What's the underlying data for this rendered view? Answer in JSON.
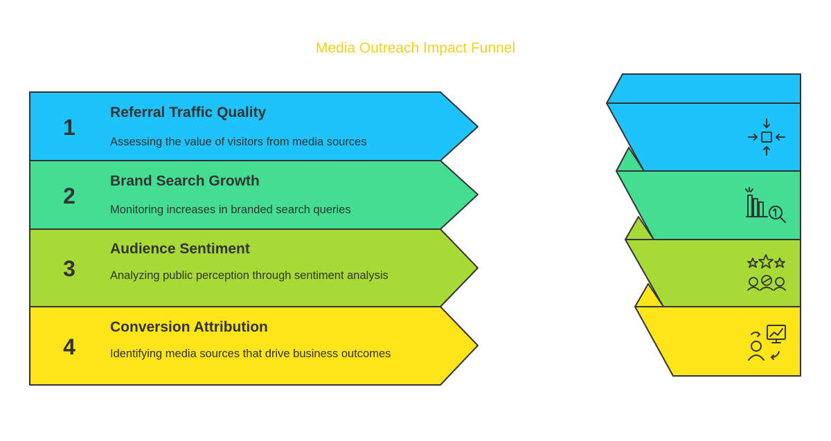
{
  "title": "Media Outreach Impact Funnel",
  "stages": [
    {
      "number": "1",
      "heading": "Referral Traffic Quality",
      "description": "Assessing the value of visitors from media sources",
      "color": "#1ec3fb",
      "icon": "arrows-inward-square-icon"
    },
    {
      "number": "2",
      "heading": "Brand Search Growth",
      "description": "Monitoring increases in branded search queries",
      "color": "#44de93",
      "icon": "bar-chart-magnifier-icon"
    },
    {
      "number": "3",
      "heading": "Audience Sentiment",
      "description": "Analyzing public perception through sentiment analysis",
      "color": "#a8da36",
      "icon": "stars-audience-icon"
    },
    {
      "number": "4",
      "heading": "Conversion Attribution",
      "description": "Identifying media sources that drive business outcomes",
      "color": "#fde51a",
      "icon": "presenter-chart-icon"
    }
  ]
}
